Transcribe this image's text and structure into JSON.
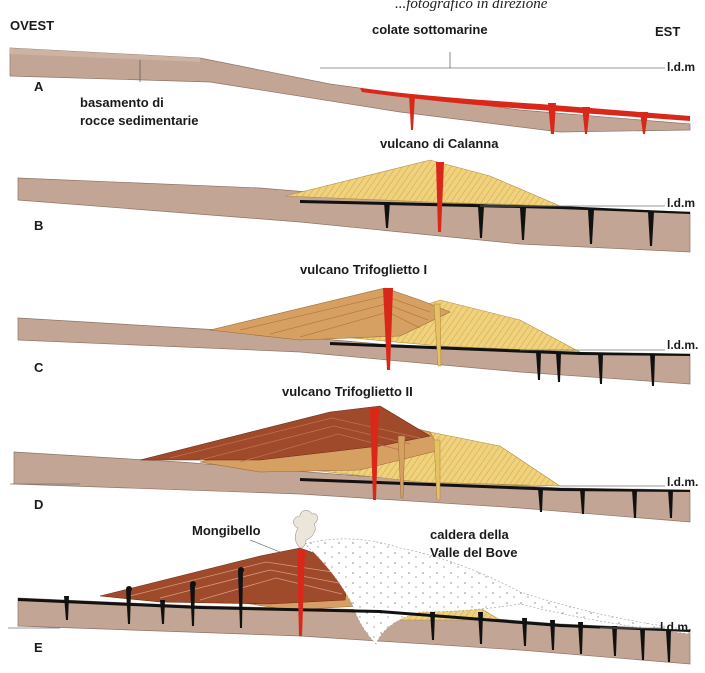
{
  "header": {
    "partial_text": "...fotografico in direzione"
  },
  "labels": {
    "west": "OVEST",
    "east": "EST",
    "sea_level": "l.d.m.",
    "sea_level_short": "l.d.m"
  },
  "panels": [
    {
      "letter": "A",
      "caption": "colate sottomarine",
      "note_line1": "basamento di",
      "note_line2": "rocce sedimentarie"
    },
    {
      "letter": "B",
      "caption": "vulcano di Calanna"
    },
    {
      "letter": "C",
      "caption": "vulcano Trifoglietto I"
    },
    {
      "letter": "D",
      "caption": "vulcano Trifoglietto II"
    },
    {
      "letter": "E",
      "caption": "Mongibello",
      "caption2_line1": "caldera della",
      "caption2_line2": "Valle del Bove"
    }
  ],
  "colors": {
    "basement": "#c2a594",
    "basement_stroke": "#8d7568",
    "calanna": "#f1d278",
    "trifoglietto1": "#d7a063",
    "trifoglietto2": "#a04a2c",
    "magma": "#d9281a",
    "dike": "#111111",
    "caldera_fill": "#ffffff"
  }
}
